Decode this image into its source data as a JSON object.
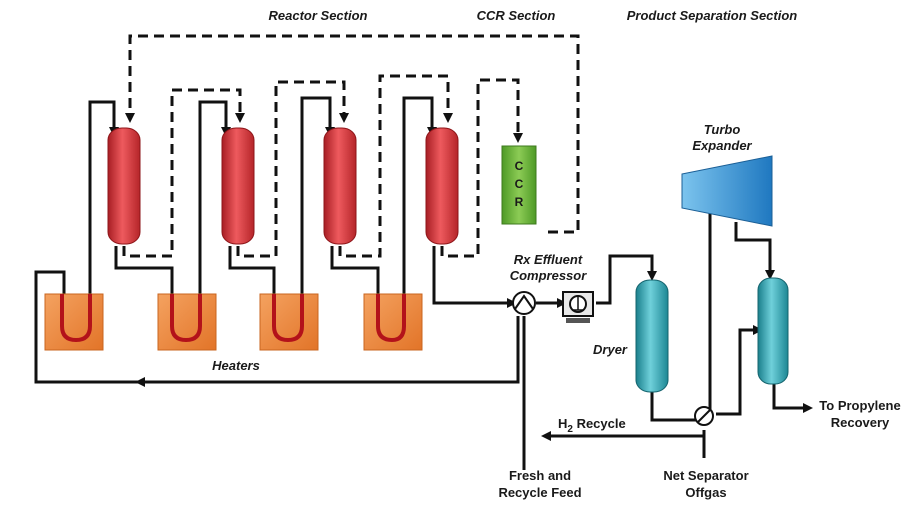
{
  "sections": {
    "reactor": "Reactor Section",
    "ccr": "CCR Section",
    "product_separation": "Product Separation Section"
  },
  "equipment": {
    "ccr_letters": [
      "C",
      "C",
      "R"
    ],
    "turbo_expander_line1": "Turbo",
    "turbo_expander_line2": "Expander",
    "compressor_line1": "Rx Effluent",
    "compressor_line2": "Compressor",
    "dryer": "Dryer",
    "heaters": "Heaters"
  },
  "streams": {
    "h2_recycle_prefix": "H",
    "h2_recycle_sub": "2",
    "h2_recycle_suffix": " Recycle",
    "fresh_feed_line1": "Fresh and",
    "fresh_feed_line2": "Recycle Feed",
    "offgas_line1": "Net Separator",
    "offgas_line2": "Offgas",
    "product_line1": "To Propylene",
    "product_line2": "Recovery"
  },
  "colors": {
    "reactor": "#d9383d",
    "heater": "#ef8a3a",
    "ccr": "#6fb33a",
    "vessel": "#2ea6b3",
    "turbo": "#2c8fd0"
  }
}
